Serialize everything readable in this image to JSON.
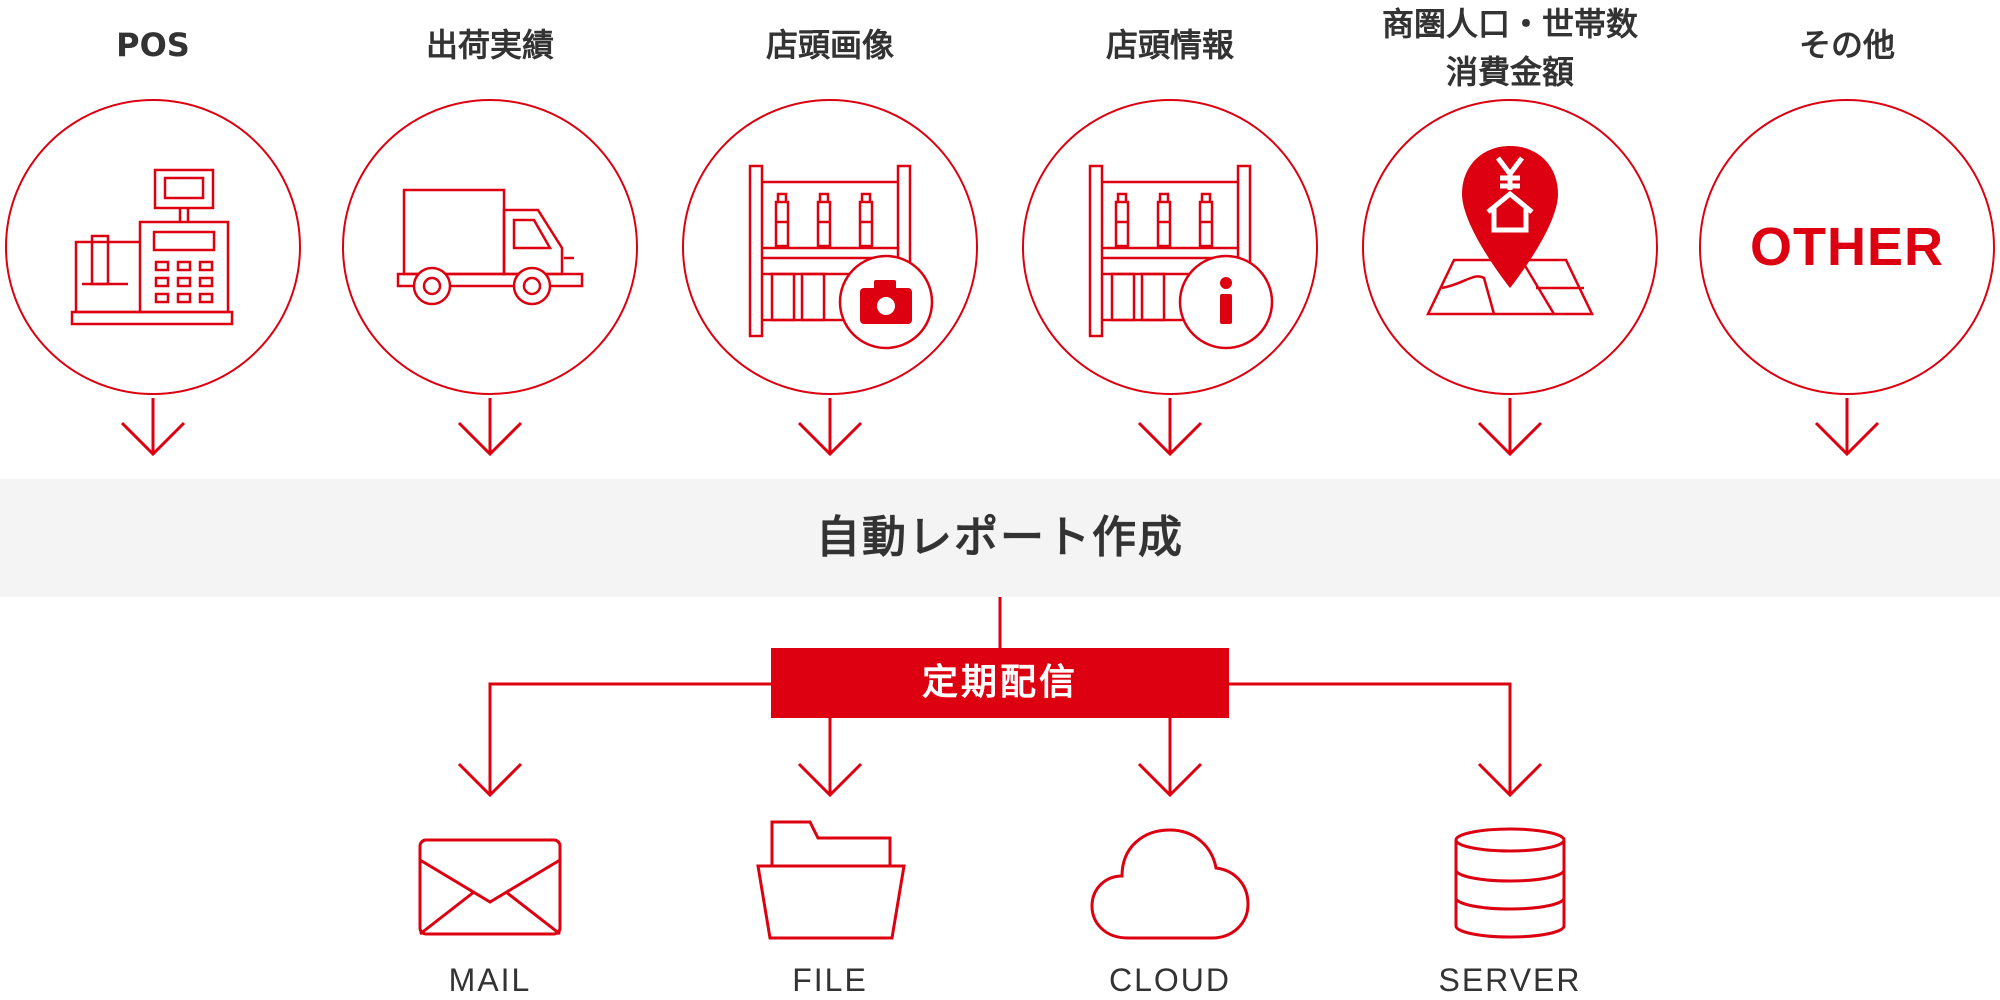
{
  "accent_color": "#dc0010",
  "text_color": "#333333",
  "band_color": "#f4f4f4",
  "sources": [
    {
      "label": "POS",
      "icon": "cash-register-icon"
    },
    {
      "label": "出荷実績",
      "icon": "delivery-truck-icon"
    },
    {
      "label": "店頭画像",
      "icon": "shelf-camera-icon"
    },
    {
      "label": "店頭情報",
      "icon": "shelf-info-icon"
    },
    {
      "label_line1": "商圏人口・世帯数",
      "label_line2": "消費金額",
      "icon": "map-pin-yen-icon"
    },
    {
      "label": "その他",
      "icon": "other-icon",
      "icon_text": "OTHER"
    }
  ],
  "process": {
    "title": "自動レポート作成"
  },
  "distribution": {
    "label": "定期配信"
  },
  "outputs": [
    {
      "label": "MAIL",
      "icon": "mail-icon"
    },
    {
      "label": "FILE",
      "icon": "folder-icon"
    },
    {
      "label": "CLOUD",
      "icon": "cloud-icon"
    },
    {
      "label": "SERVER",
      "icon": "database-server-icon"
    }
  ]
}
